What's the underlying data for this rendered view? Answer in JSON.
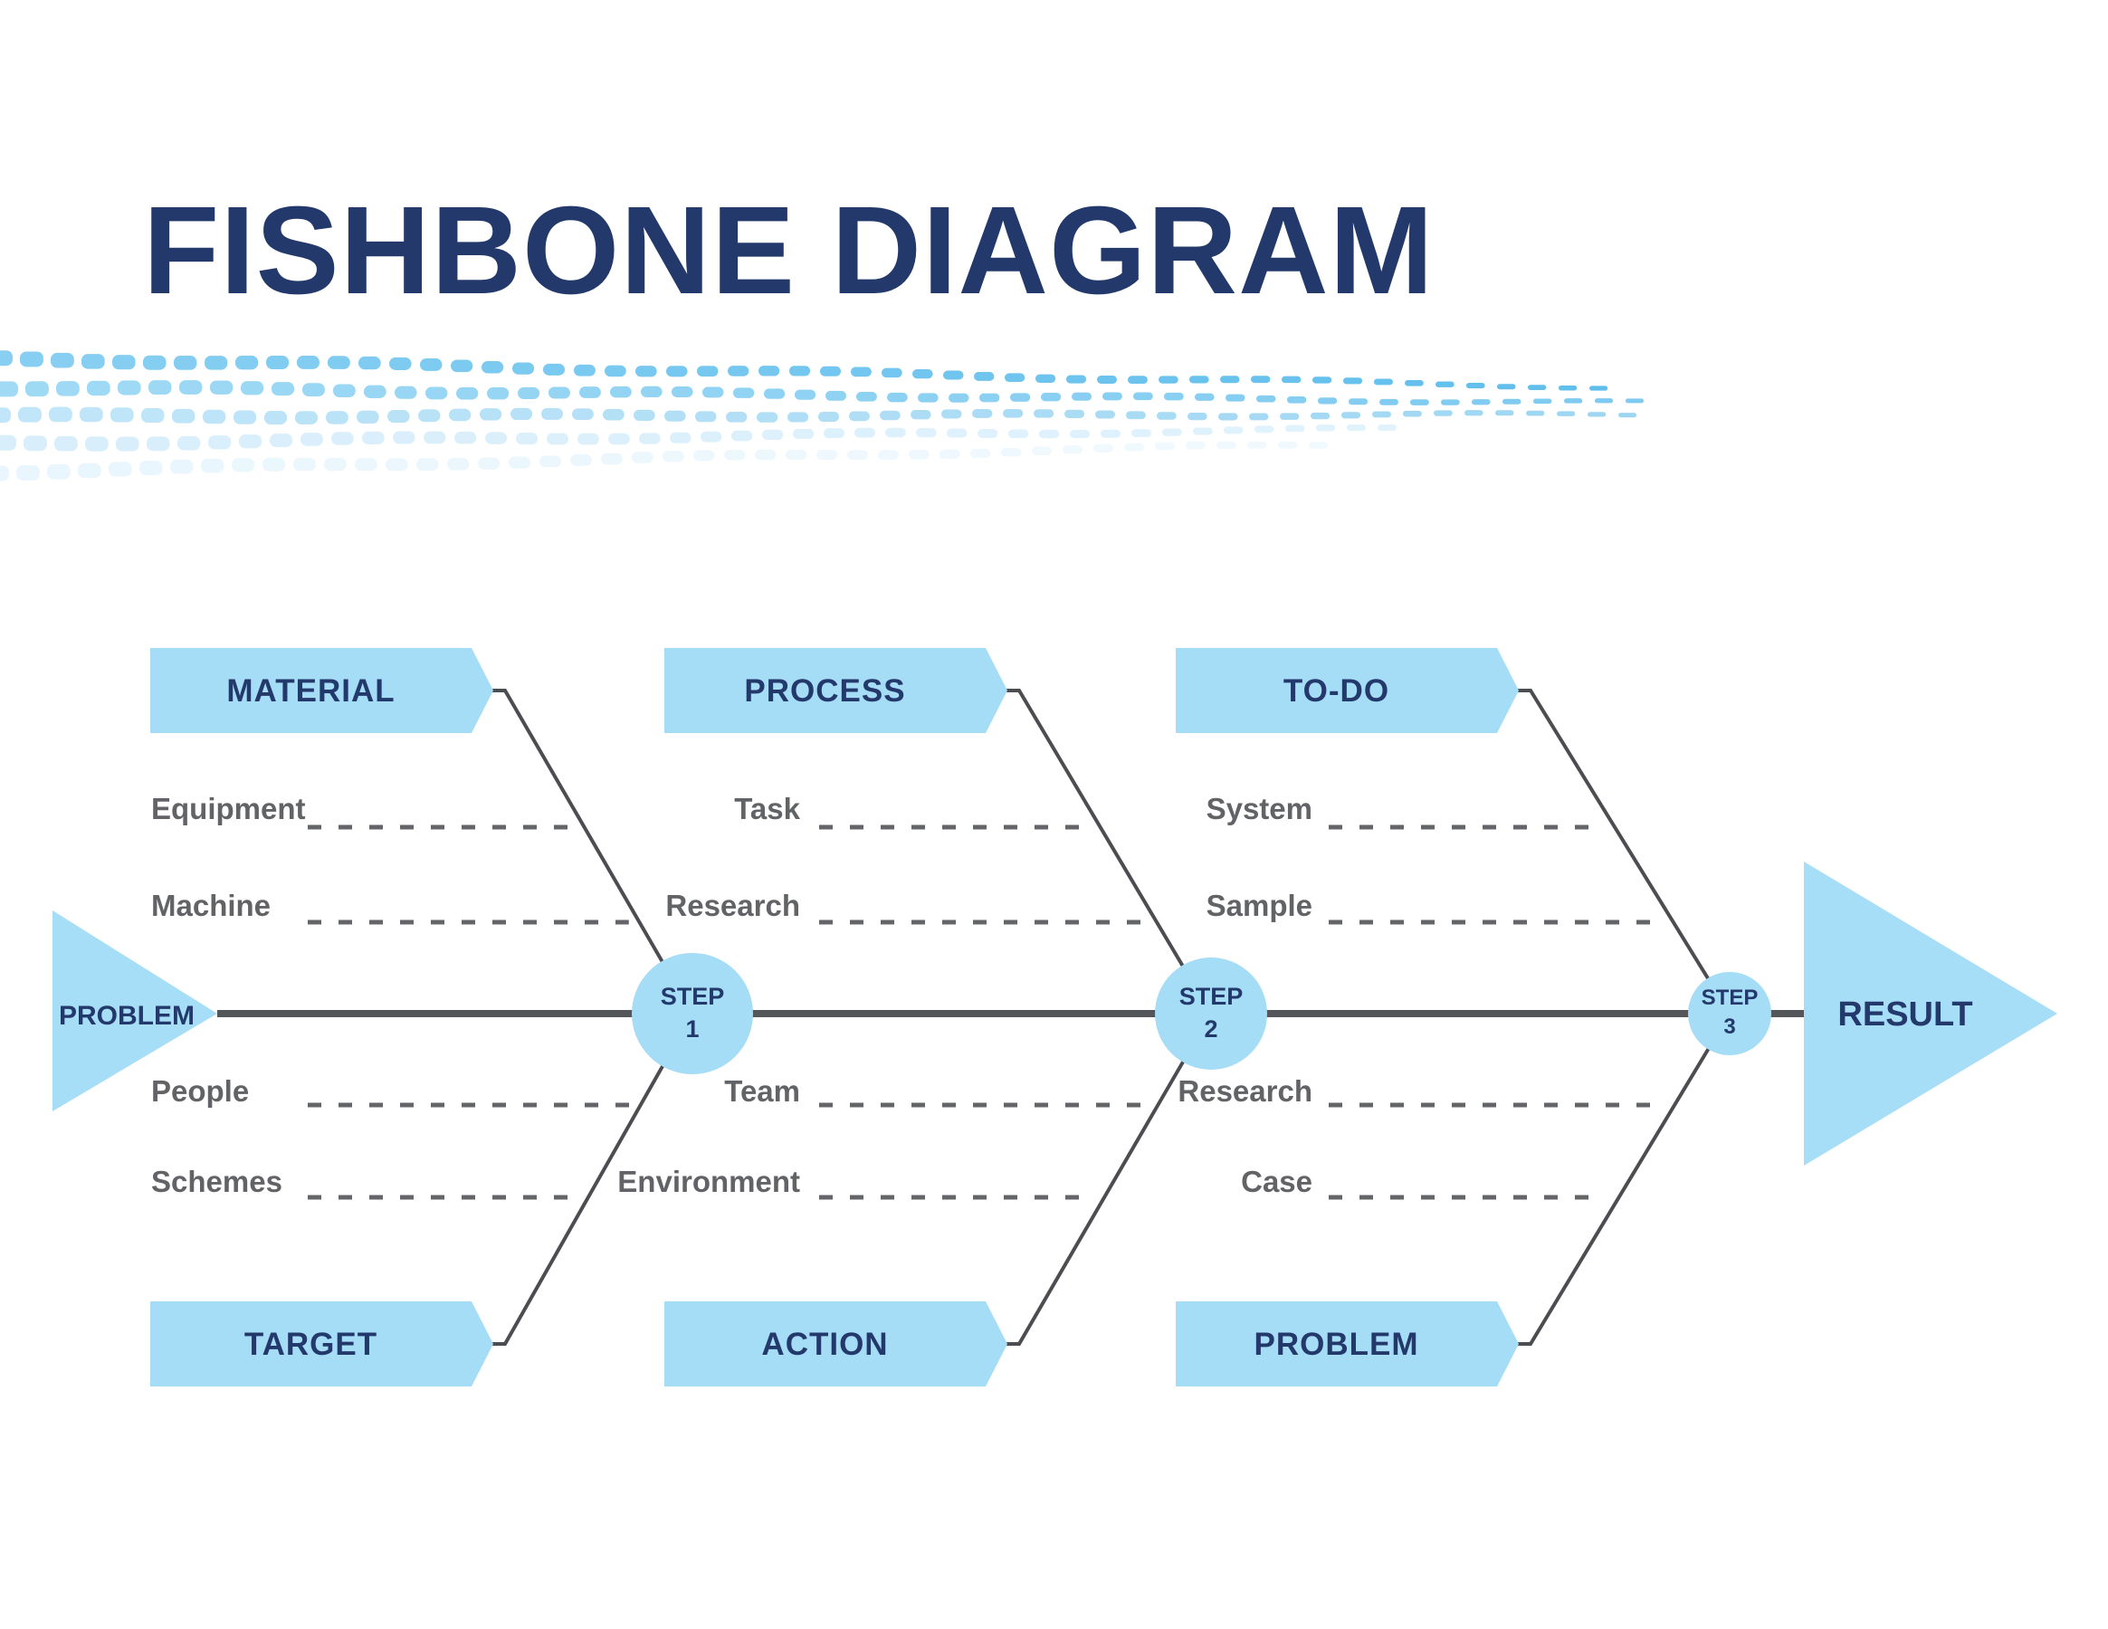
{
  "title": "FISHBONE DIAGRAM",
  "head": {
    "label": "PROBLEM"
  },
  "tail": {
    "label": "RESULT"
  },
  "steps": [
    {
      "line1": "STEP",
      "line2": "1"
    },
    {
      "line1": "STEP",
      "line2": "2"
    },
    {
      "line1": "STEP",
      "line2": "3"
    }
  ],
  "top_branches": [
    {
      "banner": "MATERIAL",
      "items": [
        "Equipment",
        "Machine"
      ]
    },
    {
      "banner": "PROCESS",
      "items": [
        "Task",
        "Research"
      ]
    },
    {
      "banner": "TO-DO",
      "items": [
        "System",
        "Sample"
      ]
    }
  ],
  "bottom_branches": [
    {
      "banner": "TARGET",
      "items": [
        "People",
        "Schemes"
      ]
    },
    {
      "banner": "ACTION",
      "items": [
        "Team",
        "Environment"
      ]
    },
    {
      "banner": "PROBLEM",
      "items": [
        "Research",
        "Case"
      ]
    }
  ],
  "colors": {
    "navy": "#24396B",
    "banner_blue": "#A5DCF6",
    "shape_blue": "#A7DEF7",
    "spine": "#54565A",
    "bone": "#4B4D50",
    "label_gray": "#626366",
    "dash_gray": "#636569",
    "wave_left": [
      "#88CFF2",
      "#A0DAF5",
      "#C2E6F9",
      "#D8EEFB",
      "#E9F6FD"
    ],
    "wave_right": [
      "#5FBEEC",
      "#7ECAF0",
      "#9DD6F2",
      "#E2F3FC",
      "#F2FAFE"
    ]
  }
}
